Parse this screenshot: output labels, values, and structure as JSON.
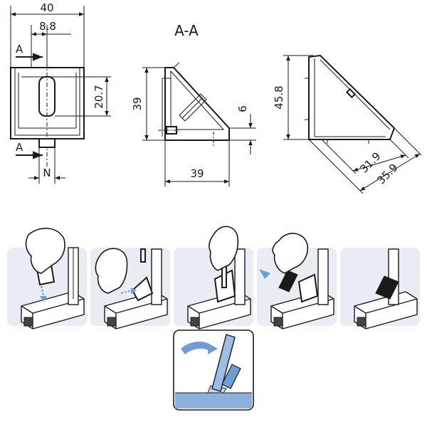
{
  "drawing": {
    "front_view": {
      "dim_width": "40",
      "dim_slot_offset": "8.8",
      "dim_slot_height": "20.7",
      "section_marker_top": "A",
      "section_marker_bottom": "A",
      "label_n": "N"
    },
    "section_view": {
      "title": "A-A",
      "dim_height": "39",
      "dim_width": "39",
      "dim_tab": "6"
    },
    "side_view": {
      "dim_height": "45.8",
      "dim_diag_inner": "31.9",
      "dim_diag_outer": "35.9"
    }
  },
  "colors": {
    "panel_background": "#e9ecf3",
    "arrow_blue": "#6f9bd6",
    "cap_dark": "#1a1a1a"
  },
  "steps": [
    {
      "icon": "hand-insert-bracket-icon"
    },
    {
      "icon": "hand-insert-screw-icon"
    },
    {
      "icon": "hand-tighten-icon"
    },
    {
      "icon": "hand-place-cap-icon"
    },
    {
      "icon": "cap-installed-icon"
    }
  ],
  "detail": {
    "icon": "cap-removal-detail-icon"
  }
}
